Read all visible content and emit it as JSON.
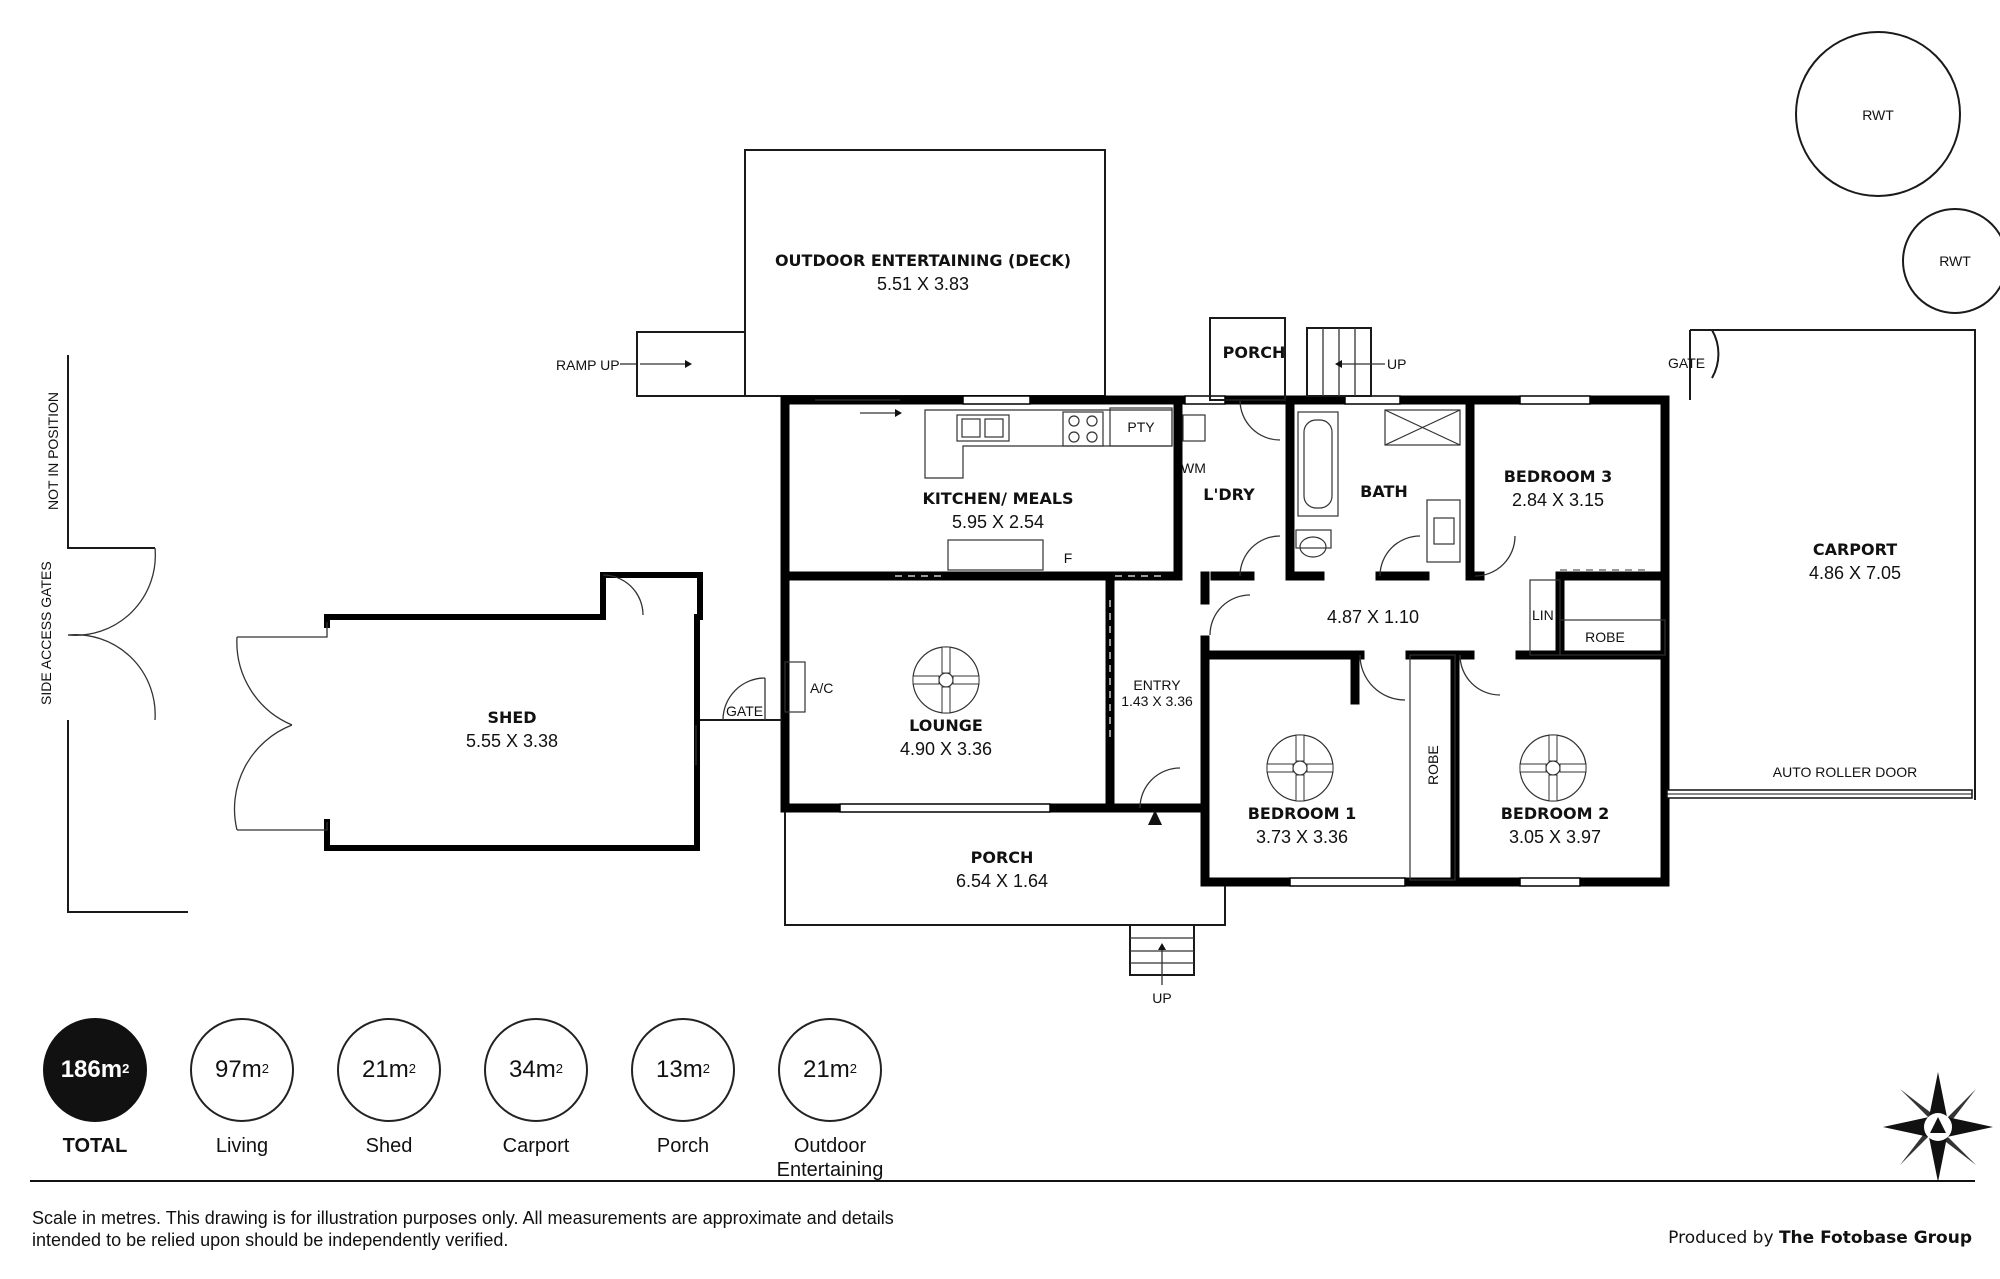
{
  "rooms": {
    "deck_name": "OUTDOOR ENTERTAINING (DECK)",
    "deck_dim": "5.51 X 3.83",
    "ramp": "RAMP UP",
    "porch_top_name": "PORCH",
    "up_top": "UP",
    "kitchen_name": "KITCHEN/ MEALS",
    "kitchen_dim": "5.95 X 2.54",
    "pty": "PTY",
    "fridge": "F",
    "wm": "WM",
    "ldry_name": "L'DRY",
    "bath_name": "BATH",
    "bed3_name": "BEDROOM 3",
    "bed3_dim": "2.84 X 3.15",
    "hall_dim": "4.87 X 1.10",
    "lin": "LIN",
    "robe_small": "ROBE",
    "lounge_name": "LOUNGE",
    "lounge_dim": "4.90 X 3.36",
    "ac": "A/C",
    "entry_name": "ENTRY",
    "entry_dim": "1.43 X 3.36",
    "bed1_name": "BEDROOM 1",
    "bed1_dim": "3.73 X 3.36",
    "robe_vertical": "ROBE",
    "bed2_name": "BEDROOM 2",
    "bed2_dim": "3.05 X 3.97",
    "porch_name": "PORCH",
    "porch_dim": "6.54 X 1.64",
    "up_bottom": "UP",
    "shed_name": "SHED",
    "shed_dim": "5.55 X 3.38",
    "gate_left": "GATE",
    "carport_name": "CARPORT",
    "carport_dim": "4.86 X 7.05",
    "gate_carport": "GATE",
    "roller_door": "AUTO ROLLER DOOR",
    "rwt_1": "RWT",
    "rwt_2": "RWT",
    "not_in_position": "NOT IN POSITION",
    "side_gates": "SIDE ACCESS GATES"
  },
  "stats": [
    {
      "value": "186m",
      "sup": "2",
      "label": "TOTAL"
    },
    {
      "value": "97m",
      "sup": "2",
      "label": "Living"
    },
    {
      "value": "21m",
      "sup": "2",
      "label": "Shed"
    },
    {
      "value": "34m",
      "sup": "2",
      "label": "Carport"
    },
    {
      "value": "13m",
      "sup": "2",
      "label": "Porch"
    },
    {
      "value": "21m",
      "sup": "2",
      "label": "Outdoor Entertaining"
    }
  ],
  "footer": {
    "disclaimer": "Scale in metres. This drawing is for illustration purposes only. All measurements are approximate and details intended to be relied upon should be independently verified.",
    "produced_prefix": "Produced by ",
    "produced_brand": "The Fotobase Group"
  },
  "icons": [
    "ceiling-fan-icon",
    "compass-logo-icon",
    "entry-arrow-icon"
  ]
}
